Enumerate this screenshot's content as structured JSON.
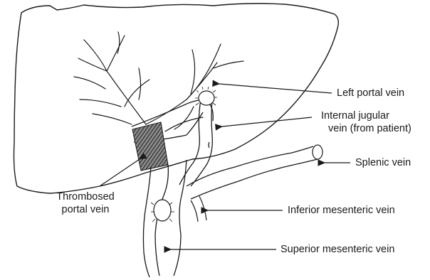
{
  "labels": {
    "left_portal_vein": "Left portal vein",
    "internal_jugular_line1": "Internal jugular",
    "internal_jugular_line2": "vein (from patient)",
    "splenic_vein": "Splenic vein",
    "thrombosed_line1": "Thrombosed",
    "thrombosed_line2": "portal vein",
    "inferior_mesenteric_vein": "Inferior mesenteric vein",
    "superior_mesenteric_vein": "Superior mesenteric vein"
  },
  "colors": {
    "ink": "#1a1a1a",
    "thrombus_fill": "#4a4a4a"
  }
}
